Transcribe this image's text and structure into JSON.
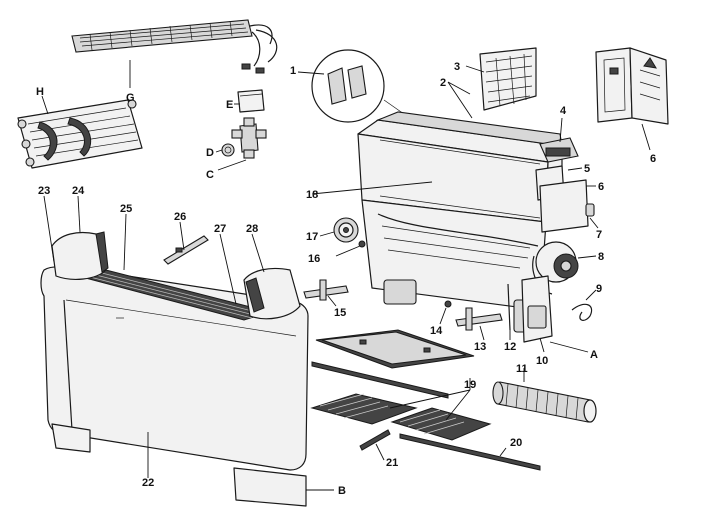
{
  "labels": {
    "l1": "1",
    "l2": "2",
    "l3": "3",
    "l4": "4",
    "l5": "5",
    "l6a": "6",
    "l6b": "6",
    "l7": "7",
    "l8": "8",
    "l9": "9",
    "l10": "10",
    "l11": "11",
    "l12": "12",
    "l13": "13",
    "l14": "14",
    "l15": "15",
    "l16": "16",
    "l17": "17",
    "l18": "18",
    "l19": "19",
    "l20": "20",
    "l21": "21",
    "l22": "22",
    "l23": "23",
    "l24": "24",
    "l25": "25",
    "l26": "26",
    "l27": "27",
    "l28": "28",
    "lA": "A",
    "lB": "B",
    "lC": "C",
    "lD": "D",
    "lE": "E",
    "lG": "G",
    "lH": "H"
  }
}
